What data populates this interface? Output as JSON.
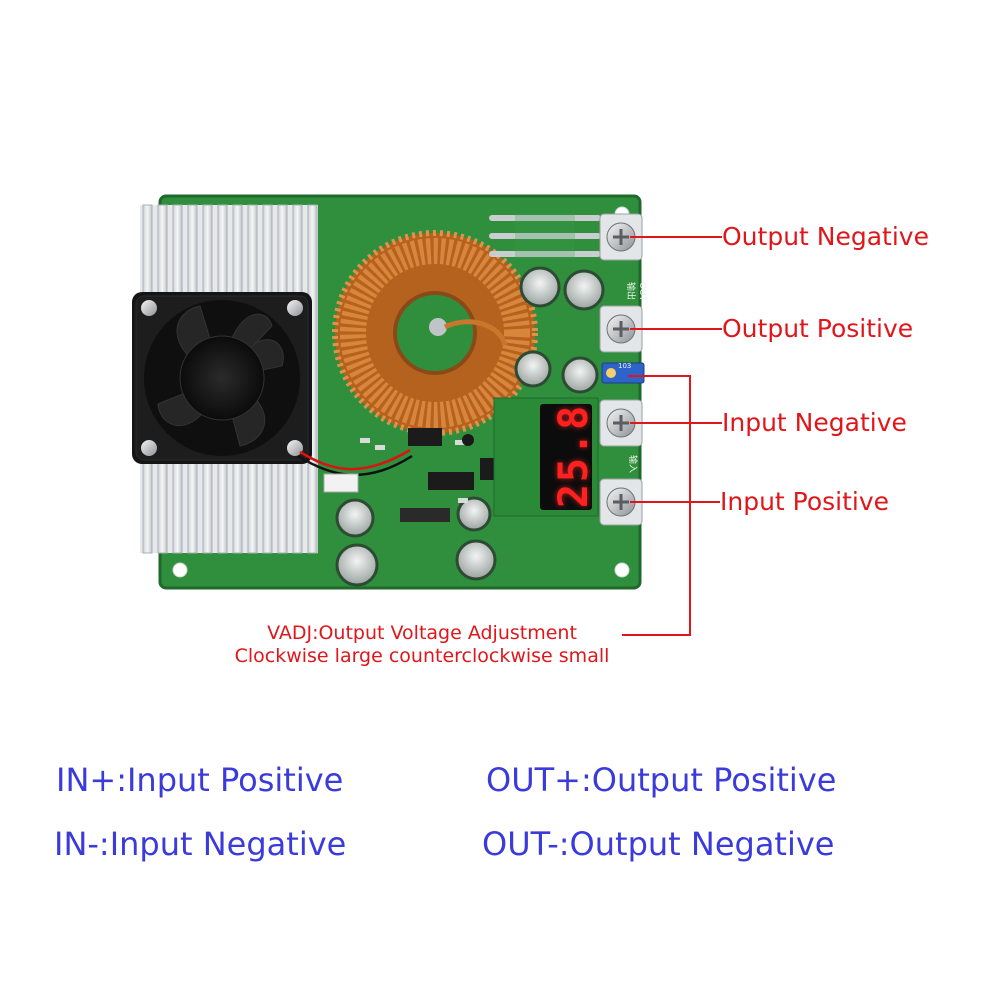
{
  "callouts": {
    "output_negative": "Output Negative",
    "output_positive": "Output Positive",
    "input_negative": "Input Negative",
    "input_positive": "Input Positive"
  },
  "vadj_note": {
    "line1": "VADJ:Output Voltage Adjustment",
    "line2": "Clockwise large counterclockwise small"
  },
  "legend": {
    "in_plus": "IN+:Input Positive",
    "in_minus": "IN-:Input Negative",
    "out_plus": "OUT+:Output Positive",
    "out_minus": "OUT-:Output Negative"
  },
  "board": {
    "display_reading": "25.8",
    "silk_out": "OUT",
    "silk_out_cn": "输出",
    "silk_in": "IN",
    "silk_in_cn": "输入",
    "pot_label": "103"
  },
  "colors": {
    "callout_red": "#e0161b",
    "legend_blue": "#3b3bdc",
    "pcb_green": "#2e8b3a",
    "copper": "#c8772c"
  }
}
